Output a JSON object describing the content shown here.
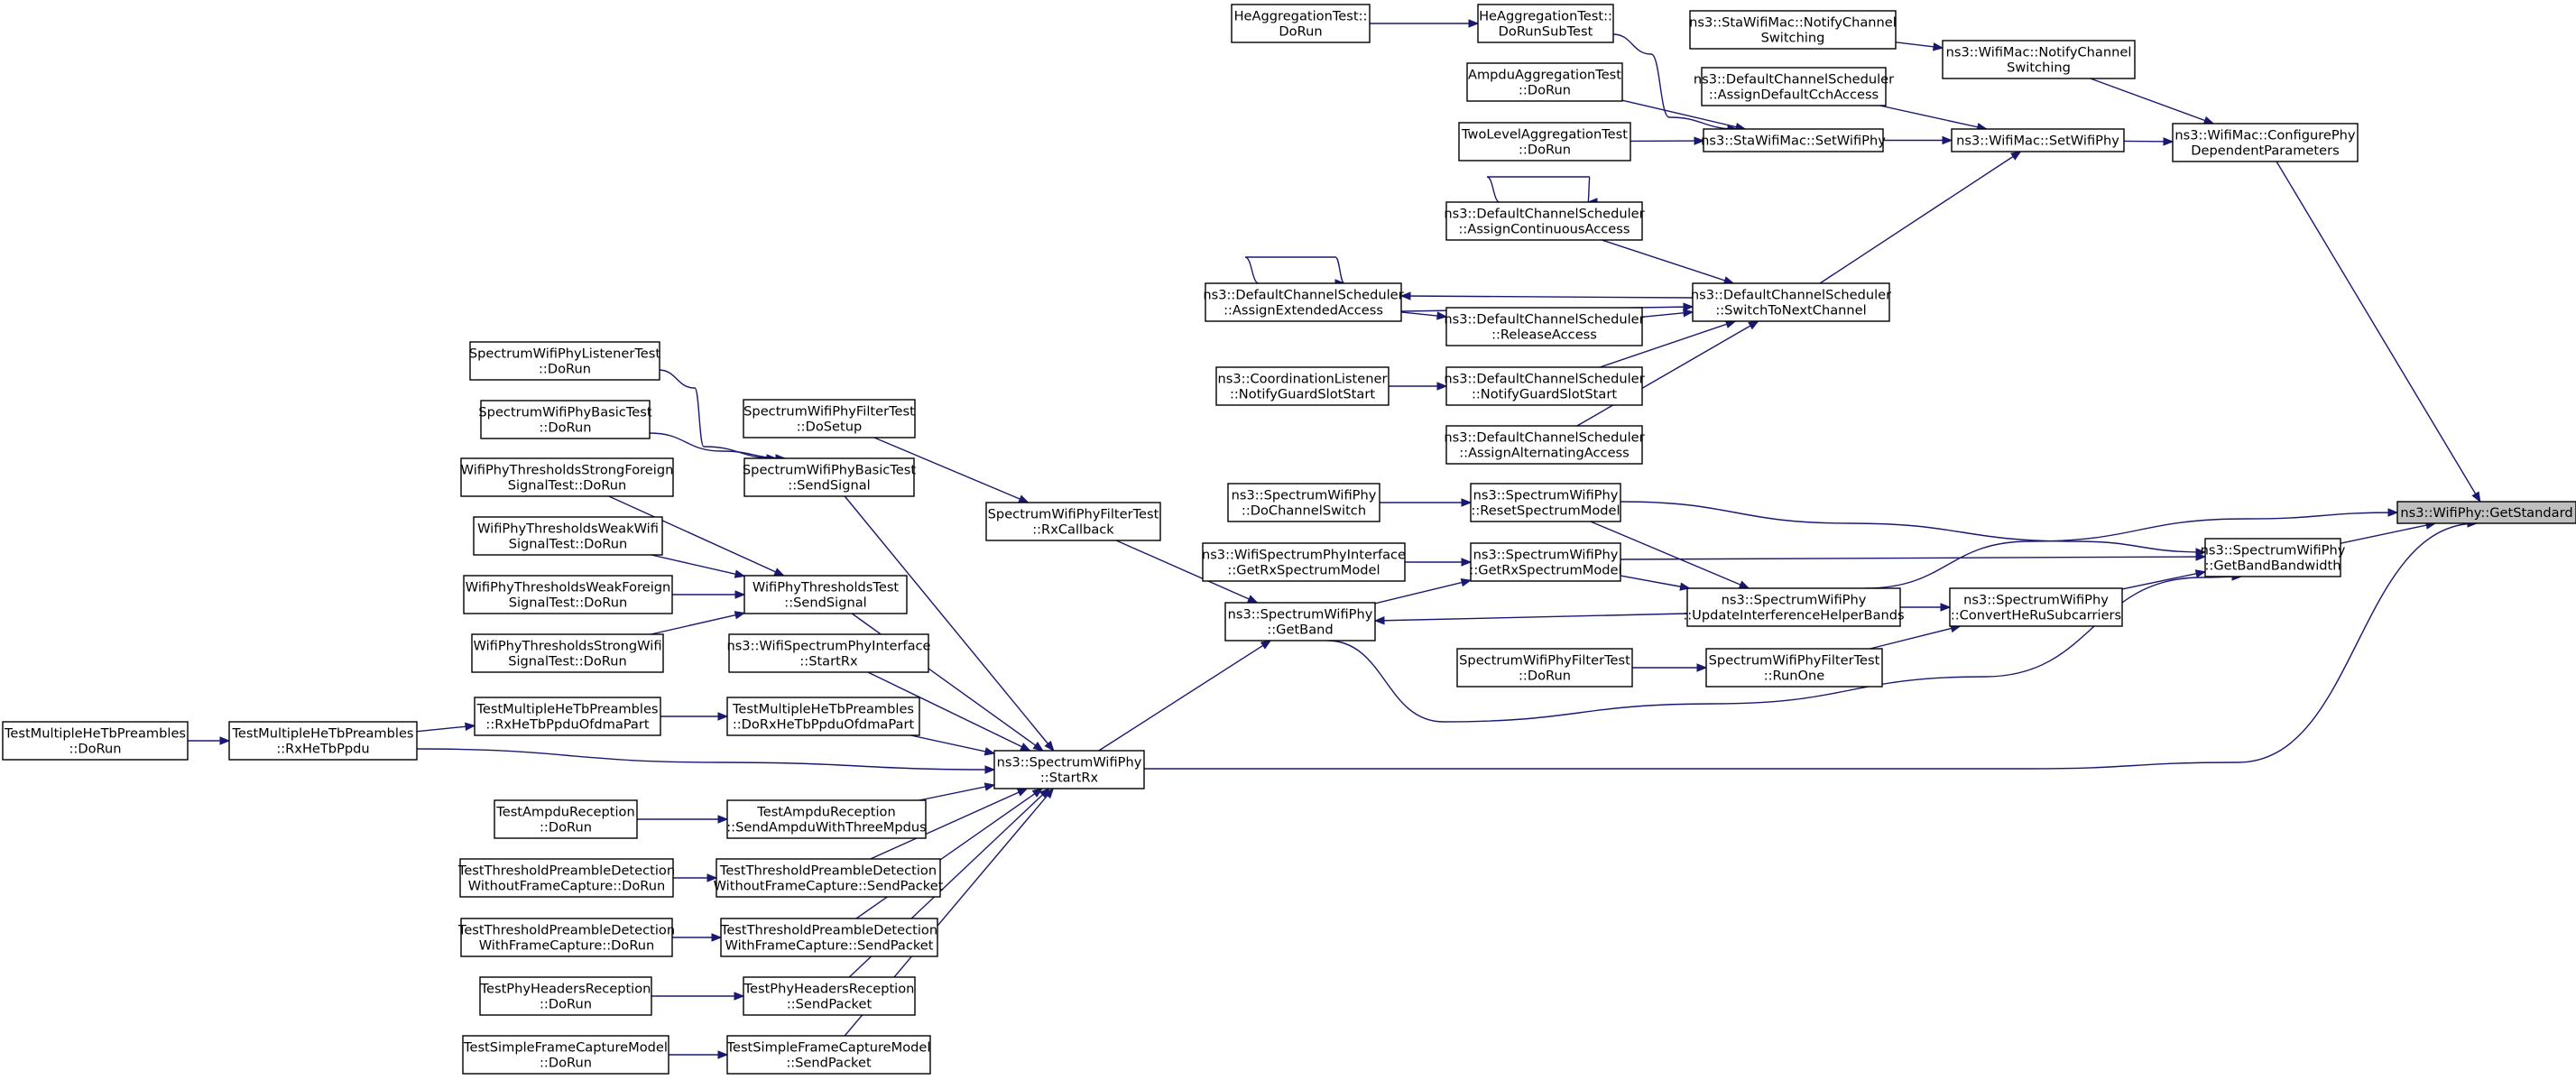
{
  "colors": {
    "edge": "#191970",
    "focus_fill": "#bfbfbf",
    "node_fill": "#ffffff",
    "node_stroke": "#000000"
  },
  "focus_node": "GetStandard",
  "nodes": [
    {
      "id": "GetStandard",
      "lines": [
        "ns3::WifiPhy::GetStandard"
      ]
    },
    {
      "id": "ConfigurePhy",
      "lines": [
        "ns3::WifiMac::ConfigurePhy",
        "DependentParameters"
      ]
    },
    {
      "id": "GetBandBandwidth",
      "lines": [
        "ns3::SpectrumWifiPhy",
        "::GetBandBandwidth"
      ]
    },
    {
      "id": "WifiMacNotify",
      "lines": [
        "ns3::WifiMac::NotifyChannel",
        "Switching"
      ]
    },
    {
      "id": "WifiMacSetWifiPhy",
      "lines": [
        "ns3::WifiMac::SetWifiPhy"
      ]
    },
    {
      "id": "StaWifiMacNotify",
      "lines": [
        "ns3::StaWifiMac::NotifyChannel",
        "Switching"
      ]
    },
    {
      "id": "DCSAssignDefaultCch",
      "lines": [
        "ns3::DefaultChannelScheduler",
        "::AssignDefaultCchAccess"
      ]
    },
    {
      "id": "StaWifiMacSetWifiPhy",
      "lines": [
        "ns3::StaWifiMac::SetWifiPhy"
      ]
    },
    {
      "id": "HeAggDoRunSubTest",
      "lines": [
        "HeAggregationTest::",
        "DoRunSubTest"
      ]
    },
    {
      "id": "HeAggDoRun",
      "lines": [
        "HeAggregationTest::",
        "DoRun"
      ]
    },
    {
      "id": "AmpduAggDoRun",
      "lines": [
        "AmpduAggregationTest",
        "::DoRun"
      ]
    },
    {
      "id": "TwoLevelAggDoRun",
      "lines": [
        "TwoLevelAggregationTest",
        "::DoRun"
      ]
    },
    {
      "id": "DCSSwitchToNext",
      "lines": [
        "ns3::DefaultChannelScheduler",
        "::SwitchToNextChannel"
      ]
    },
    {
      "id": "DCSAssignContinuous",
      "lines": [
        "ns3::DefaultChannelScheduler",
        "::AssignContinuousAccess"
      ]
    },
    {
      "id": "DCSAssignExtended",
      "lines": [
        "ns3::DefaultChannelScheduler",
        "::AssignExtendedAccess"
      ]
    },
    {
      "id": "DCSReleaseAccess",
      "lines": [
        "ns3::DefaultChannelScheduler",
        "::ReleaseAccess"
      ]
    },
    {
      "id": "DCSNotifyGuard",
      "lines": [
        "ns3::DefaultChannelScheduler",
        "::NotifyGuardSlotStart"
      ]
    },
    {
      "id": "CoordNotifyGuard",
      "lines": [
        "ns3::CoordinationListener",
        "::NotifyGuardSlotStart"
      ]
    },
    {
      "id": "DCSAssignAlternating",
      "lines": [
        "ns3::DefaultChannelScheduler",
        "::AssignAlternatingAccess"
      ]
    },
    {
      "id": "SWPResetSpectrum",
      "lines": [
        "ns3::SpectrumWifiPhy",
        "::ResetSpectrumModel"
      ]
    },
    {
      "id": "SWPDoChannelSwitch",
      "lines": [
        "ns3::SpectrumWifiPhy",
        "::DoChannelSwitch"
      ]
    },
    {
      "id": "SWPGetRxSpectrum",
      "lines": [
        "ns3::SpectrumWifiPhy",
        "::GetRxSpectrumModel"
      ]
    },
    {
      "id": "WSPIGetRxSpectrum",
      "lines": [
        "ns3::WifiSpectrumPhyInterface",
        "::GetRxSpectrumModel"
      ]
    },
    {
      "id": "SWPUpdateInterference",
      "lines": [
        "ns3::SpectrumWifiPhy",
        "::UpdateInterferenceHelperBands"
      ]
    },
    {
      "id": "SWPConvertHeRu",
      "lines": [
        "ns3::SpectrumWifiPhy",
        "::ConvertHeRuSubcarriers"
      ]
    },
    {
      "id": "SWPGetBand",
      "lines": [
        "ns3::SpectrumWifiPhy",
        "::GetBand"
      ]
    },
    {
      "id": "SWPFTRunOne",
      "lines": [
        "SpectrumWifiPhyFilterTest",
        "::RunOne"
      ]
    },
    {
      "id": "SWPFTDoRun",
      "lines": [
        "SpectrumWifiPhyFilterTest",
        "::DoRun"
      ]
    },
    {
      "id": "SWPFTRxCallback",
      "lines": [
        "SpectrumWifiPhyFilterTest",
        "::RxCallback"
      ]
    },
    {
      "id": "SWPFTDoSetup",
      "lines": [
        "SpectrumWifiPhyFilterTest",
        "::DoSetup"
      ]
    },
    {
      "id": "SWPStartRx",
      "lines": [
        "ns3::SpectrumWifiPhy",
        "::StartRx"
      ]
    },
    {
      "id": "SWPListenerDoRun",
      "lines": [
        "SpectrumWifiPhyListenerTest",
        "::DoRun"
      ]
    },
    {
      "id": "SWPBasicDoRun",
      "lines": [
        "SpectrumWifiPhyBasicTest",
        "::DoRun"
      ]
    },
    {
      "id": "SWPBasicSendSignal",
      "lines": [
        "SpectrumWifiPhyBasicTest",
        "::SendSignal"
      ]
    },
    {
      "id": "WPTStrongForeign",
      "lines": [
        "WifiPhyThresholdsStrongForeign",
        "SignalTest::DoRun"
      ]
    },
    {
      "id": "WPTWeakWifi",
      "lines": [
        "WifiPhyThresholdsWeakWifi",
        "SignalTest::DoRun"
      ]
    },
    {
      "id": "WPTWeakForeign",
      "lines": [
        "WifiPhyThresholdsWeakForeign",
        "SignalTest::DoRun"
      ]
    },
    {
      "id": "WPTStrongWifi",
      "lines": [
        "WifiPhyThresholdsStrongWifi",
        "SignalTest::DoRun"
      ]
    },
    {
      "id": "WPTSendSignal",
      "lines": [
        "WifiPhyThresholdsTest",
        "::SendSignal"
      ]
    },
    {
      "id": "WSPIStartRx",
      "lines": [
        "ns3::WifiSpectrumPhyInterface",
        "::StartRx"
      ]
    },
    {
      "id": "TMHTDoRxHeTb",
      "lines": [
        "TestMultipleHeTbPreambles",
        "::DoRxHeTbPpduOfdmaPart"
      ]
    },
    {
      "id": "TMHTRxHeTbOfdma",
      "lines": [
        "TestMultipleHeTbPreambles",
        "::RxHeTbPpduOfdmaPart"
      ]
    },
    {
      "id": "TMHTRxHeTbPpdu",
      "lines": [
        "TestMultipleHeTbPreambles",
        "::RxHeTbPpdu"
      ]
    },
    {
      "id": "TMHTDoRun",
      "lines": [
        "TestMultipleHeTbPreambles",
        "::DoRun"
      ]
    },
    {
      "id": "TARSendAmpdu",
      "lines": [
        "TestAmpduReception",
        "::SendAmpduWithThreeMpdus"
      ]
    },
    {
      "id": "TARDoRun",
      "lines": [
        "TestAmpduReception",
        "::DoRun"
      ]
    },
    {
      "id": "TTPDWithoutSend",
      "lines": [
        "TestThresholdPreambleDetection",
        "WithoutFrameCapture::SendPacket"
      ]
    },
    {
      "id": "TTPDWithoutDoRun",
      "lines": [
        "TestThresholdPreambleDetection",
        "WithoutFrameCapture::DoRun"
      ]
    },
    {
      "id": "TTPDWithSend",
      "lines": [
        "TestThresholdPreambleDetection",
        "WithFrameCapture::SendPacket"
      ]
    },
    {
      "id": "TTPDWithDoRun",
      "lines": [
        "TestThresholdPreambleDetection",
        "WithFrameCapture::DoRun"
      ]
    },
    {
      "id": "TPHRSend",
      "lines": [
        "TestPhyHeadersReception",
        "::SendPacket"
      ]
    },
    {
      "id": "TPHRDoRun",
      "lines": [
        "TestPhyHeadersReception",
        "::DoRun"
      ]
    },
    {
      "id": "TSFCMSend",
      "lines": [
        "TestSimpleFrameCaptureModel",
        "::SendPacket"
      ]
    },
    {
      "id": "TSFCMDoRun",
      "lines": [
        "TestSimpleFrameCaptureModel",
        "::DoRun"
      ]
    }
  ],
  "edges": [
    [
      "ConfigurePhy",
      "GetStandard"
    ],
    [
      "GetBandBandwidth",
      "GetStandard"
    ],
    [
      "SWPUpdateInterference",
      "GetStandard"
    ],
    [
      "SWPStartRx",
      "GetStandard"
    ],
    [
      "WifiMacNotify",
      "ConfigurePhy"
    ],
    [
      "WifiMacSetWifiPhy",
      "ConfigurePhy"
    ],
    [
      "StaWifiMacNotify",
      "WifiMacNotify"
    ],
    [
      "DCSAssignDefaultCch",
      "WifiMacSetWifiPhy"
    ],
    [
      "StaWifiMacSetWifiPhy",
      "WifiMacSetWifiPhy"
    ],
    [
      "DCSSwitchToNext",
      "WifiMacSetWifiPhy"
    ],
    [
      "HeAggDoRun",
      "HeAggDoRunSubTest"
    ],
    [
      "HeAggDoRunSubTest",
      "StaWifiMacSetWifiPhy"
    ],
    [
      "AmpduAggDoRun",
      "StaWifiMacSetWifiPhy"
    ],
    [
      "TwoLevelAggDoRun",
      "StaWifiMacSetWifiPhy"
    ],
    [
      "DCSAssignContinuous",
      "DCSSwitchToNext"
    ],
    [
      "DCSAssignExtended",
      "DCSSwitchToNext"
    ],
    [
      "DCSReleaseAccess",
      "DCSSwitchToNext"
    ],
    [
      "DCSNotifyGuard",
      "DCSSwitchToNext"
    ],
    [
      "DCSAssignAlternating",
      "DCSSwitchToNext"
    ],
    [
      "DCSSwitchToNext",
      "DCSAssignExtended"
    ],
    [
      "DCSAssignExtended",
      "DCSAssignExtended"
    ],
    [
      "DCSAssignContinuous",
      "DCSAssignContinuous"
    ],
    [
      "DCSAssignExtended",
      "DCSReleaseAccess"
    ],
    [
      "CoordNotifyGuard",
      "DCSNotifyGuard"
    ],
    [
      "SWPResetSpectrum",
      "GetBandBandwidth"
    ],
    [
      "SWPGetRxSpectrum",
      "GetBandBandwidth"
    ],
    [
      "SWPConvertHeRu",
      "GetBandBandwidth"
    ],
    [
      "SWPGetBand",
      "GetBandBandwidth"
    ],
    [
      "SWPDoChannelSwitch",
      "SWPResetSpectrum"
    ],
    [
      "SWPResetSpectrum",
      "SWPUpdateInterference"
    ],
    [
      "SWPGetRxSpectrum",
      "SWPUpdateInterference"
    ],
    [
      "WSPIGetRxSpectrum",
      "SWPGetRxSpectrum"
    ],
    [
      "SWPGetBand",
      "SWPGetRxSpectrum"
    ],
    [
      "SWPUpdateInterference",
      "SWPGetBand"
    ],
    [
      "SWPUpdateInterference",
      "SWPConvertHeRu"
    ],
    [
      "SWPFTRunOne",
      "SWPConvertHeRu"
    ],
    [
      "SWPFTDoRun",
      "SWPFTRunOne"
    ],
    [
      "SWPStartRx",
      "SWPGetBand"
    ],
    [
      "SWPFTRxCallback",
      "SWPGetBand"
    ],
    [
      "SWPFTDoSetup",
      "SWPFTRxCallback"
    ],
    [
      "SWPBasicSendSignal",
      "SWPStartRx"
    ],
    [
      "WPTSendSignal",
      "SWPStartRx"
    ],
    [
      "WSPIStartRx",
      "SWPStartRx"
    ],
    [
      "TMHTDoRxHeTb",
      "SWPStartRx"
    ],
    [
      "TMHTRxHeTbPpdu",
      "SWPStartRx"
    ],
    [
      "TARSendAmpdu",
      "SWPStartRx"
    ],
    [
      "TTPDWithoutSend",
      "SWPStartRx"
    ],
    [
      "TTPDWithSend",
      "SWPStartRx"
    ],
    [
      "TPHRSend",
      "SWPStartRx"
    ],
    [
      "TSFCMSend",
      "SWPStartRx"
    ],
    [
      "SWPListenerDoRun",
      "SWPBasicSendSignal"
    ],
    [
      "SWPBasicDoRun",
      "SWPBasicSendSignal"
    ],
    [
      "WPTStrongForeign",
      "WPTSendSignal"
    ],
    [
      "WPTWeakWifi",
      "WPTSendSignal"
    ],
    [
      "WPTWeakForeign",
      "WPTSendSignal"
    ],
    [
      "WPTStrongWifi",
      "WPTSendSignal"
    ],
    [
      "TMHTRxHeTbOfdma",
      "TMHTDoRxHeTb"
    ],
    [
      "TMHTRxHeTbPpdu",
      "TMHTRxHeTbOfdma"
    ],
    [
      "TMHTDoRun",
      "TMHTRxHeTbPpdu"
    ],
    [
      "TARDoRun",
      "TARSendAmpdu"
    ],
    [
      "TTPDWithoutDoRun",
      "TTPDWithoutSend"
    ],
    [
      "TTPDWithDoRun",
      "TTPDWithSend"
    ],
    [
      "TPHRDoRun",
      "TPHRSend"
    ],
    [
      "TSFCMDoRun",
      "TSFCMSend"
    ]
  ]
}
